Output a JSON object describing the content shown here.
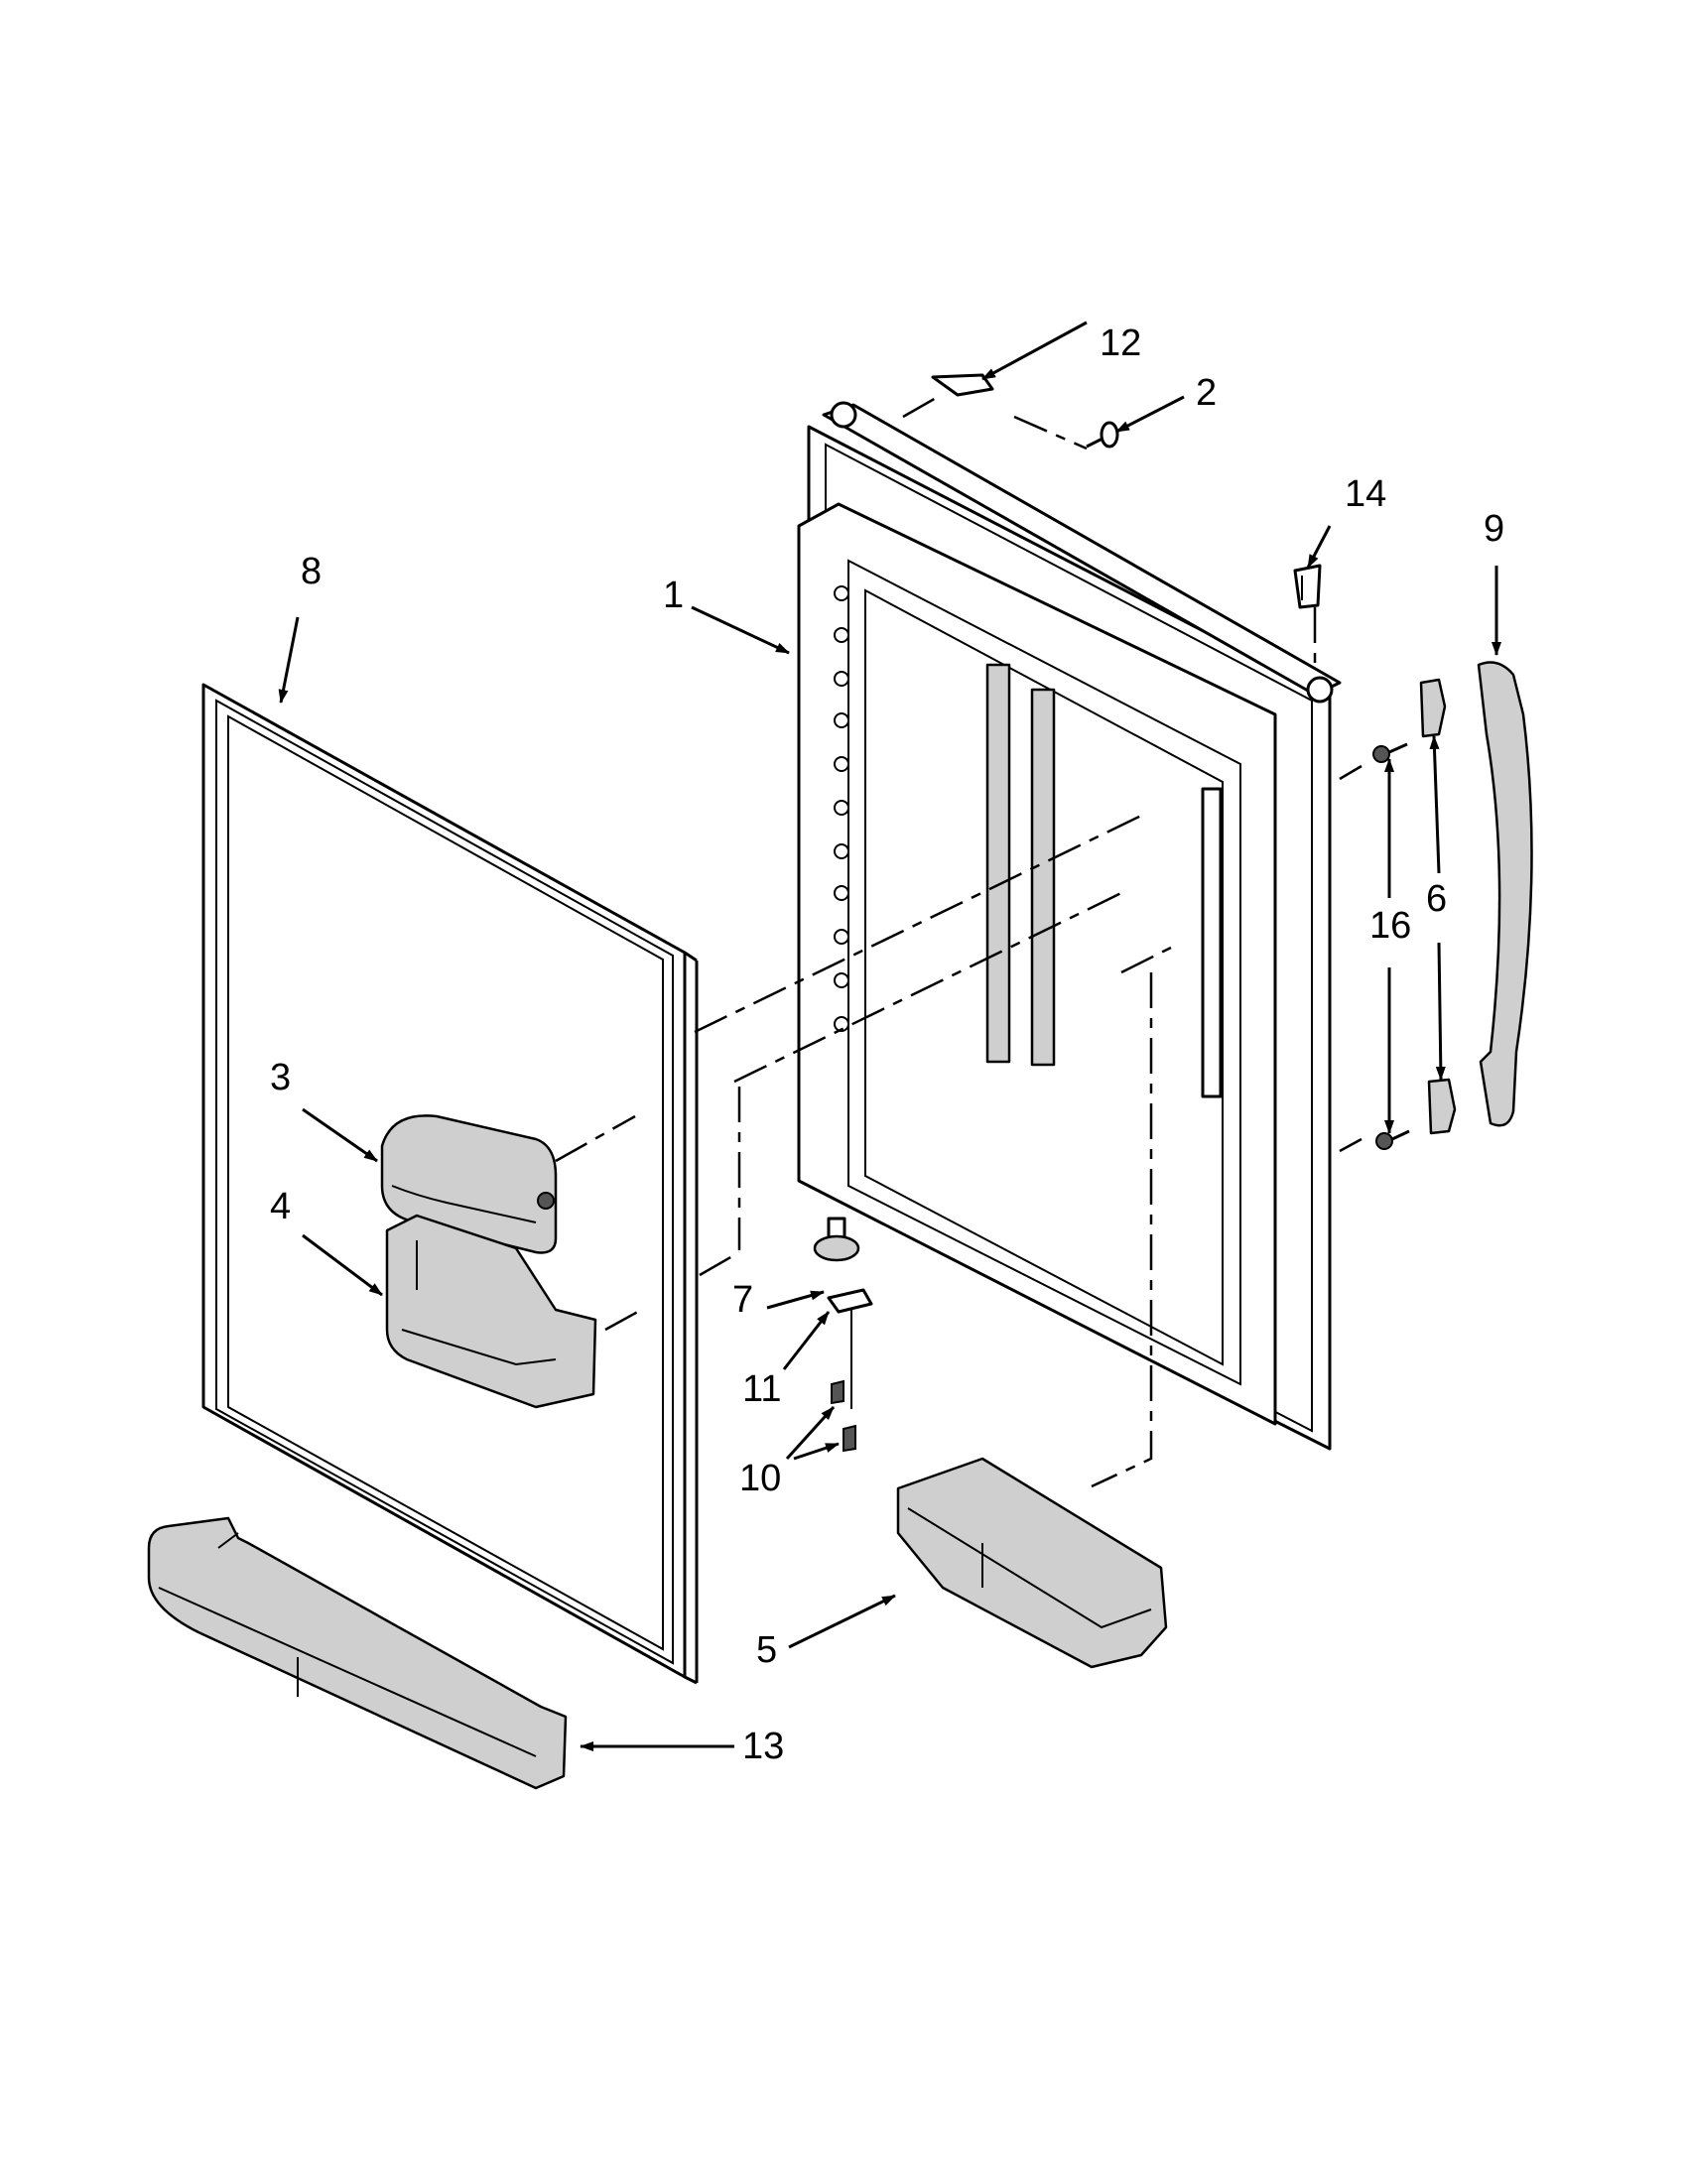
{
  "callouts": {
    "c1": "1",
    "c2": "2",
    "c3": "3",
    "c4": "4",
    "c5": "5",
    "c6": "6",
    "c7": "7",
    "c8": "8",
    "c9": "9",
    "c10": "10",
    "c11": "11",
    "c12": "12",
    "c13": "13",
    "c14": "14",
    "c16": "16"
  }
}
